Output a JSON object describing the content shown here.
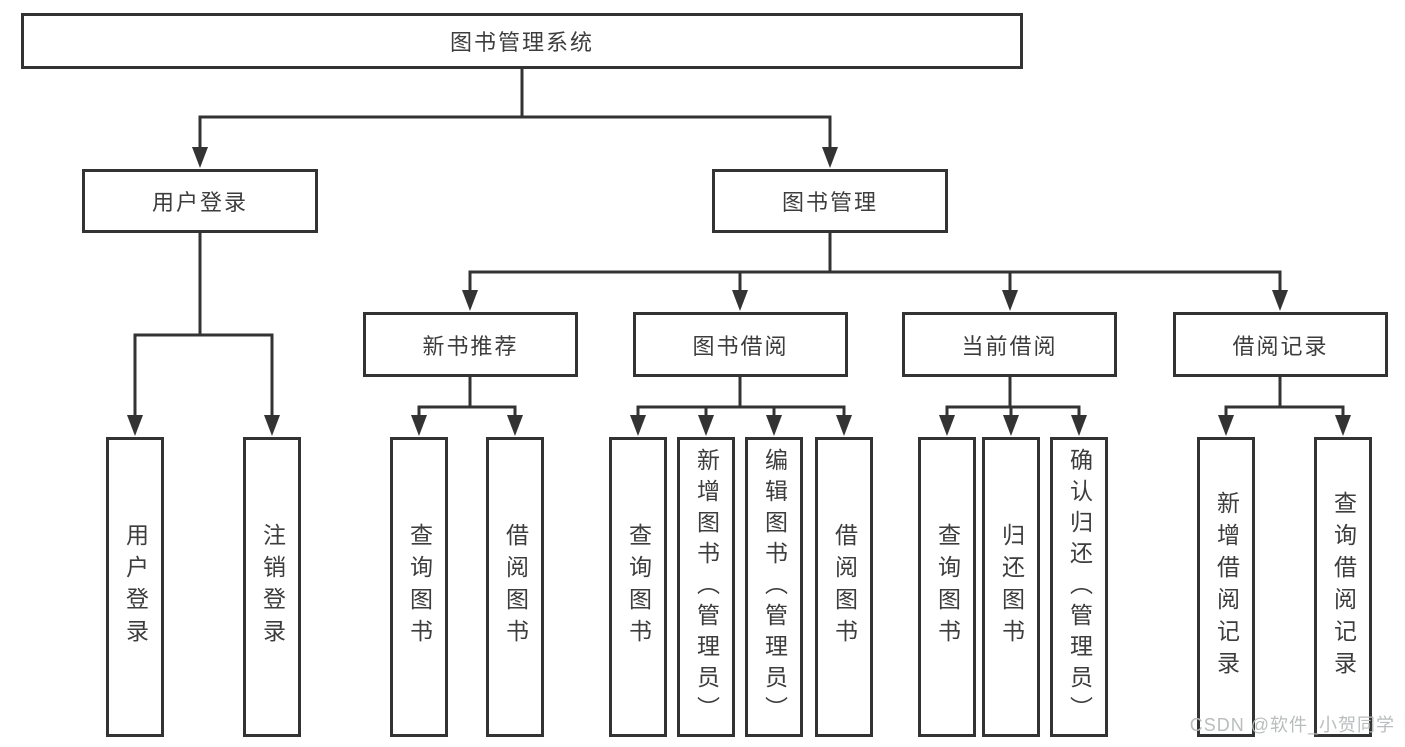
{
  "diagram": {
    "root": {
      "label": "图书管理系统"
    },
    "children": [
      {
        "label": "用户登录",
        "children": [
          {
            "label": "用户登录"
          },
          {
            "label": "注销登录"
          }
        ]
      },
      {
        "label": "图书管理",
        "children": [
          {
            "label": "新书推荐",
            "children": [
              {
                "label": "查询图书"
              },
              {
                "label": "借阅图书"
              }
            ]
          },
          {
            "label": "图书借阅",
            "children": [
              {
                "label": "查询图书"
              },
              {
                "label": "新增图书（管理员）"
              },
              {
                "label": "编辑图书（管理员）"
              },
              {
                "label": "借阅图书"
              }
            ]
          },
          {
            "label": "当前借阅",
            "children": [
              {
                "label": "查询图书"
              },
              {
                "label": "归还图书"
              },
              {
                "label": "确认归还（管理员）"
              }
            ]
          },
          {
            "label": "借阅记录",
            "children": [
              {
                "label": "新增借阅记录"
              },
              {
                "label": "查询借阅记录"
              }
            ]
          }
        ]
      }
    ]
  },
  "watermark": {
    "text": "CSDN @软件_小贺同学"
  },
  "colors": {
    "line": "#333333",
    "border": "#333333",
    "text": "#3d3d3d",
    "watermark_text": "#b9bdbd",
    "background": "#ffffff"
  }
}
